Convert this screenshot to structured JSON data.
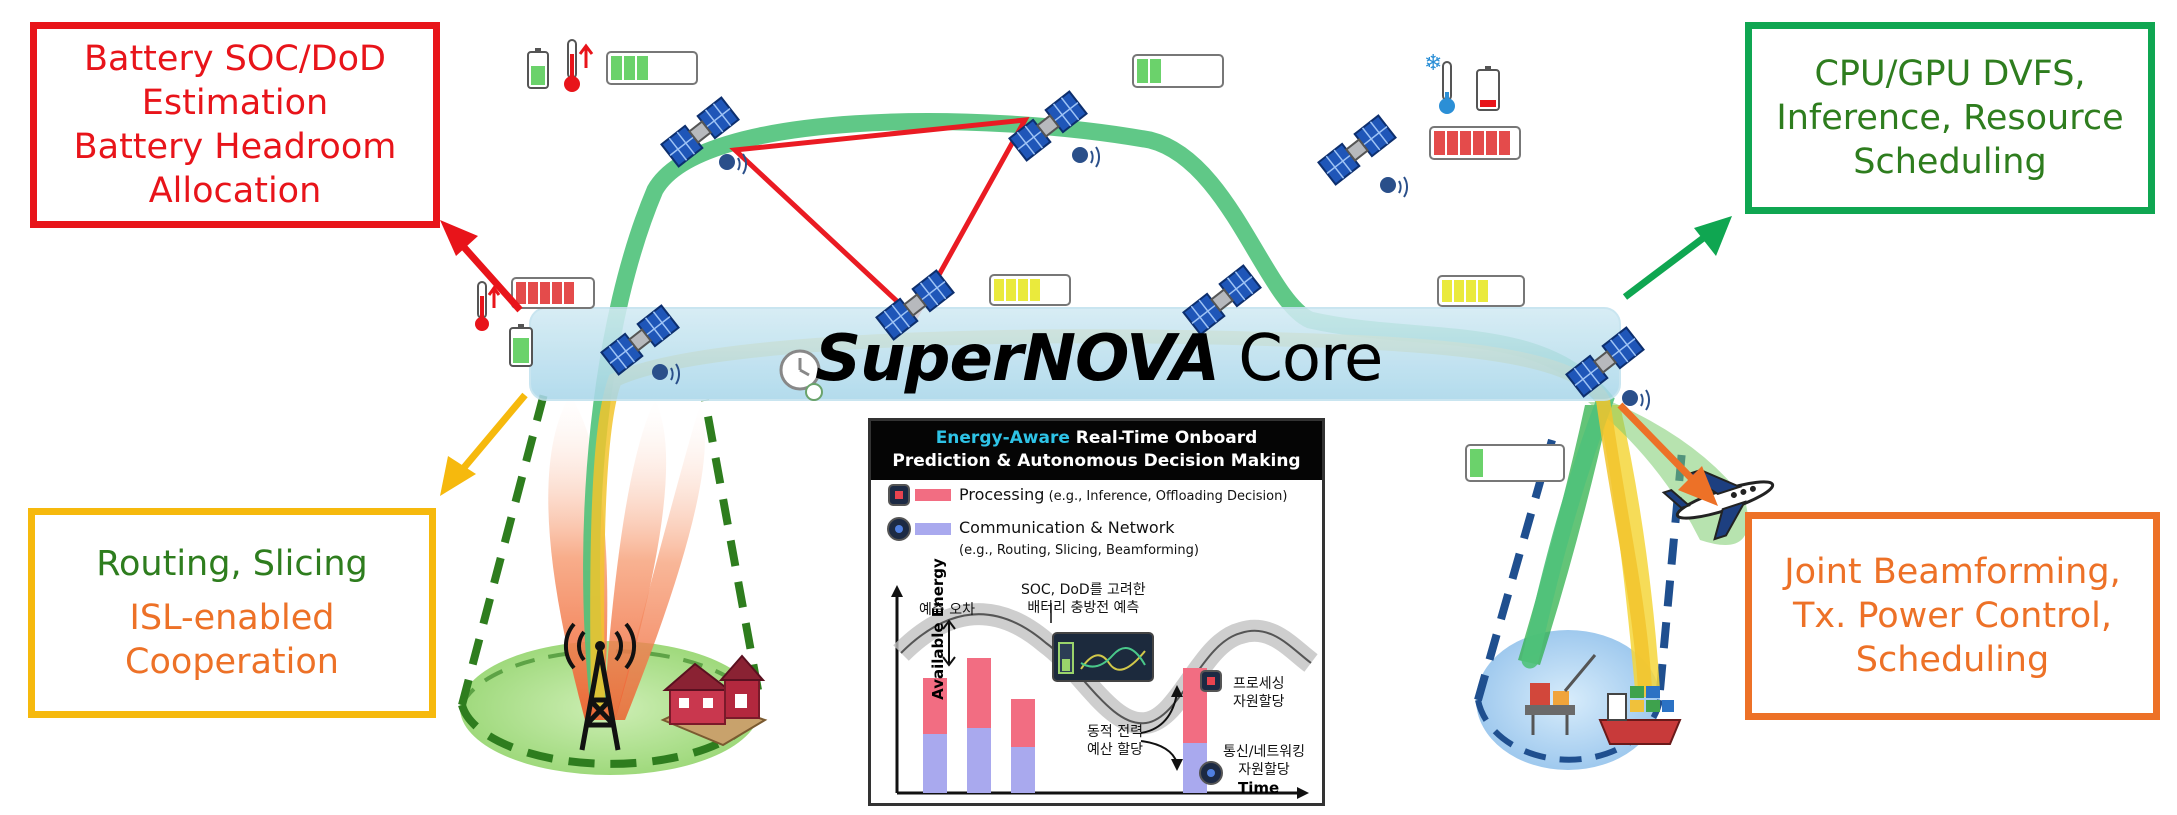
{
  "callouts": {
    "battery": [
      "Battery SOC/DoD",
      "Estimation",
      "Battery Headroom",
      "Allocation"
    ],
    "cpu": [
      "CPU/GPU DVFS,",
      "Inference, Resource",
      "Scheduling"
    ],
    "routing_green": "Routing, Slicing",
    "routing_orange": [
      "ISL-enabled",
      "Cooperation"
    ],
    "beam": [
      "Joint Beamforming,",
      "Tx. Power Control,",
      "Scheduling"
    ]
  },
  "core": {
    "name_italic": "SuperNOVA",
    "name_rest": " Core"
  },
  "panel": {
    "header_line1_accent": "Energy-Aware",
    "header_line1_rest": " Real-Time Onboard",
    "header_line2": "Prediction & Autonomous Decision Making",
    "legend_processing": "Processing",
    "legend_processing_note": " (e.g., Inference, Offloading Decision)",
    "legend_comm": "Communication & Network",
    "legend_comm_note": "(e.g., Routing, Slicing, Beamforming)",
    "y_axis": "Available Energy",
    "x_axis": "Time",
    "label_error": "예측 오차",
    "label_soc": [
      "SOC, DoD를 고려한",
      "배터리 충방전 예측"
    ],
    "label_dynamic": [
      "동적 전력",
      "예산 할당"
    ],
    "label_proc_alloc": [
      "프로세싱",
      "자원할당"
    ],
    "label_comm_alloc": [
      "통신/네트워킹",
      "자원할당"
    ]
  },
  "colors": {
    "red": "#e8141a",
    "green": "#0fa651",
    "yellow": "#f6b90d",
    "orange": "#ed7127",
    "proc_bar": "#f26d82",
    "comm_bar": "#a9a9ee"
  },
  "icons": [
    "satellite-icon",
    "battery-icon",
    "thermometer-icon",
    "snowflake-icon",
    "cell-tower-icon",
    "house-icon",
    "ship-icon",
    "airplane-icon",
    "clock-icon"
  ]
}
